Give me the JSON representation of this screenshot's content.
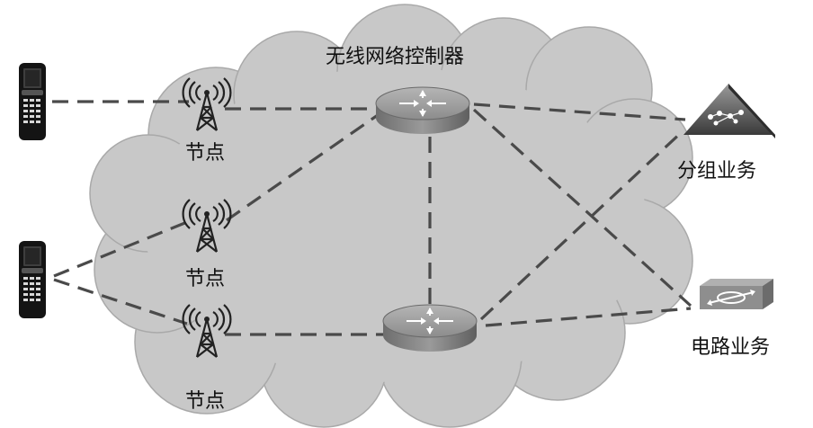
{
  "labels": {
    "controller": "无线网络控制器",
    "node_top": "节点",
    "node_mid": "节点",
    "node_bottom": "节点",
    "packet_service": "分组业务",
    "circuit_service": "电路业务"
  },
  "icons": {
    "handset": "handheld-terminal-icon",
    "node": "radio-tower-icon",
    "router": "router-icon",
    "packet": "packet-network-icon",
    "circuit": "circuit-switch-icon"
  },
  "colors": {
    "cloud": "#c8c8c8",
    "line": "#4a4a4a",
    "router": "#8a8a8a"
  }
}
